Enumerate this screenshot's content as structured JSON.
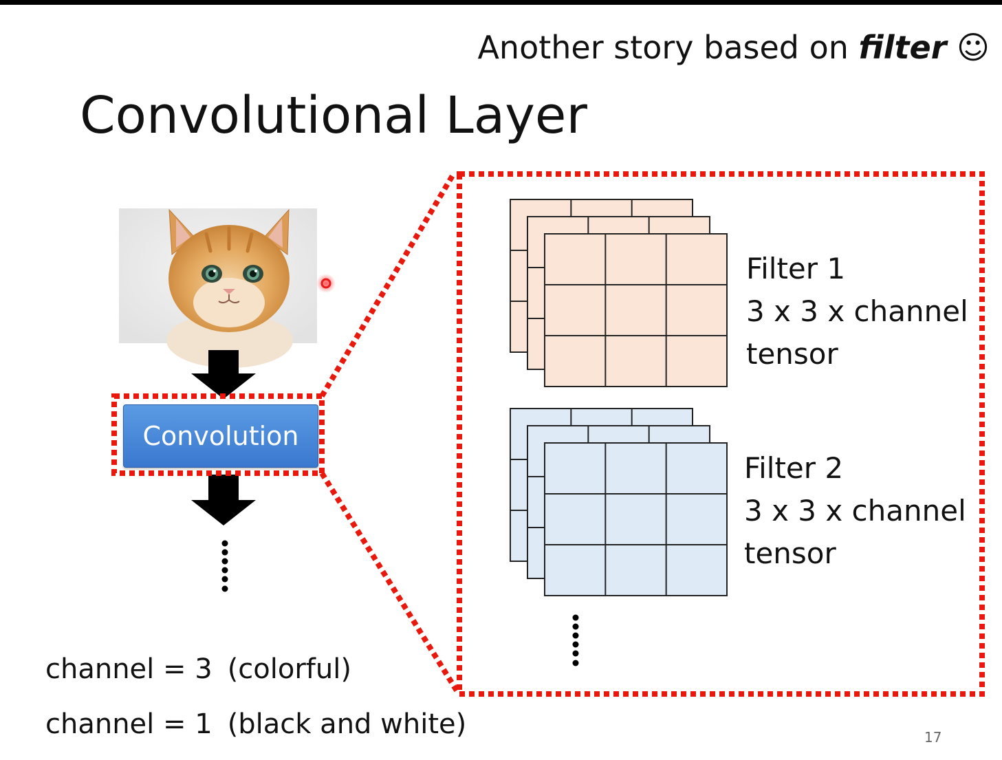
{
  "slide": {
    "subtitle_prefix": "Another story based on",
    "subtitle_emphasis": "filter",
    "subtitle_icon": "smiley-icon",
    "title": "Convolutional Layer",
    "conv_button_label": "Convolution",
    "filters": [
      {
        "name": "Filter 1",
        "shape": "3 x 3 x channel",
        "kind": "tensor",
        "color": "#fbe5d6"
      },
      {
        "name": "Filter 2",
        "shape": "3 x 3 x channel",
        "kind": "tensor",
        "color": "#deebf7"
      }
    ],
    "notes": [
      {
        "label": "channel = 3",
        "desc": "(colorful)"
      },
      {
        "label": "channel = 1",
        "desc": "(black and white)"
      }
    ],
    "ellipsis": "……",
    "slide_number": "17"
  },
  "colors": {
    "dotted_border": "#e8180c",
    "conv_button": "#4a8ad9",
    "arrow": "#000000"
  }
}
